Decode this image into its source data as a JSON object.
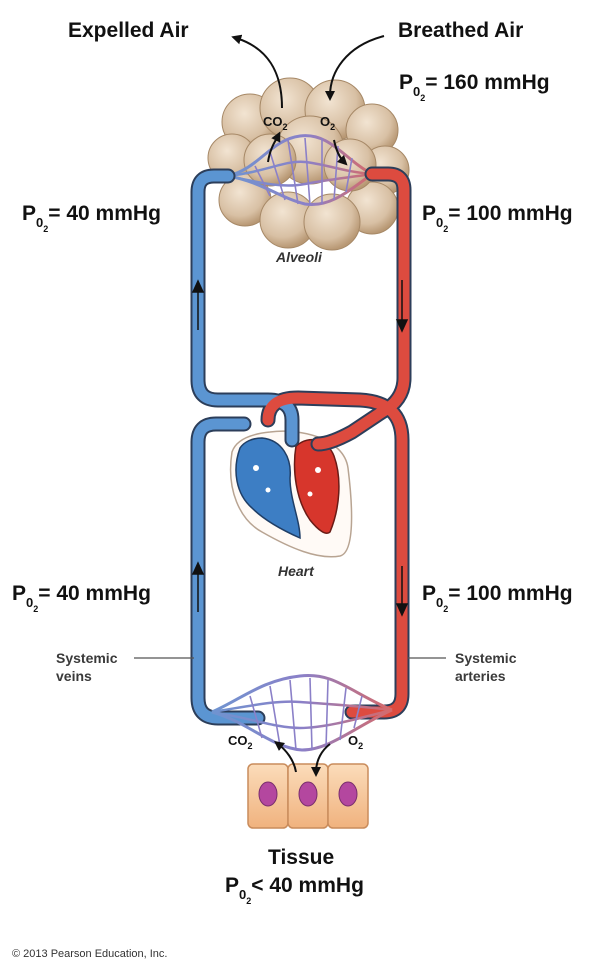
{
  "labels": {
    "expelled_air": "Expelled Air",
    "breathed_air": "Breathed Air",
    "alveoli": "Alveoli",
    "heart": "Heart",
    "systemic_veins_1": "Systemic",
    "systemic_veins_2": "veins",
    "systemic_arteries_1": "Systemic",
    "systemic_arteries_2": "arteries",
    "tissue": "Tissue"
  },
  "gases": {
    "co2_base": "CO",
    "co2_sub": "2",
    "o2_base": "O",
    "o2_sub": "2"
  },
  "pressures": {
    "p_base": "P",
    "p_sub": "0",
    "p_sub2": "2",
    "breathed_air": "= 160 mmHg",
    "pulmonary_venous": "= 40 mmHg",
    "pulmonary_arterial": "= 100 mmHg",
    "systemic_venous": "= 40 mmHg",
    "systemic_arterial": "= 100 mmHg",
    "tissue": "< 40 mmHg"
  },
  "copyright": "© 2013 Pearson Education, Inc.",
  "colors": {
    "oxygenated": "#d9453a",
    "deoxygenated": "#4a86c5",
    "vessel_outline": "#2c3e5a",
    "alveoli": "#d8c2a8",
    "capillary": "#8a7cc4",
    "tissue_cell": "#f6c99c",
    "nucleus": "#b44aa8"
  }
}
